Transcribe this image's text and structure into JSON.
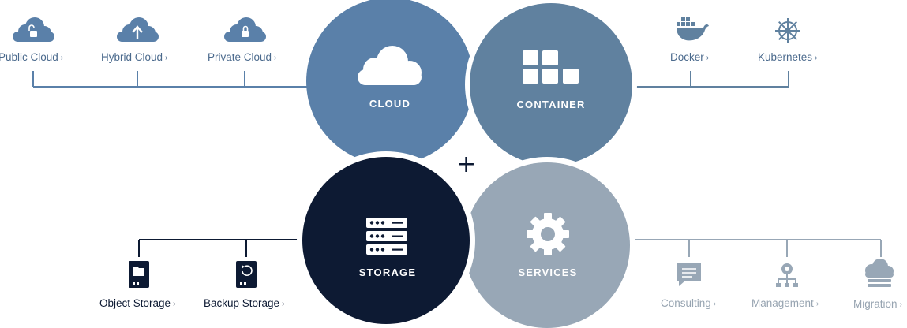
{
  "colors": {
    "cloud": "#5a80a9",
    "container": "#60819f",
    "storage": "#0d1a33",
    "services": "#98a7b6",
    "top_text": "#4b6a8d",
    "dark_text": "#0d1a33",
    "grey_text": "#97a4b1"
  },
  "plus_sign": "+",
  "circles": {
    "cloud": "CLOUD",
    "container": "CONTAINER",
    "storage": "STORAGE",
    "services": "SERVICES"
  },
  "cloud_items": [
    {
      "label": "Public Cloud",
      "icon": "cloud-unlock-icon"
    },
    {
      "label": "Hybrid Cloud",
      "icon": "cloud-upload-icon"
    },
    {
      "label": "Private Cloud",
      "icon": "cloud-lock-icon"
    }
  ],
  "container_items": [
    {
      "label": "Docker",
      "icon": "docker-whale-icon"
    },
    {
      "label": "Kubernetes",
      "icon": "kubernetes-helm-icon"
    }
  ],
  "storage_items": [
    {
      "label": "Object Storage",
      "icon": "object-storage-icon"
    },
    {
      "label": "Backup Storage",
      "icon": "backup-storage-icon"
    }
  ],
  "services_items": [
    {
      "label": "Consulting",
      "icon": "chat-bubble-icon"
    },
    {
      "label": "Management",
      "icon": "management-hierarchy-icon"
    },
    {
      "label": "Migration",
      "icon": "cloud-server-icon"
    }
  ],
  "chevron": "›"
}
